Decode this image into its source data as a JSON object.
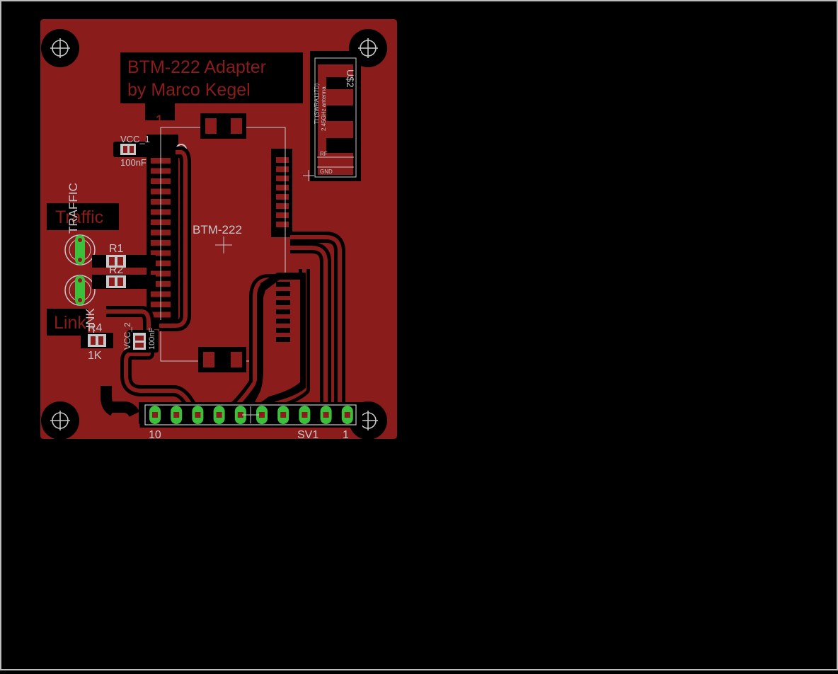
{
  "board": {
    "title_line1": "BTM-222 Adapter",
    "title_line2": "by Marco Kegel",
    "pin1_label_top": "1",
    "pin1_label_bottom": "1"
  },
  "capacitors": {
    "c1_name": "VCC_1",
    "c1_value": "100nF",
    "c2_name": "VCC_2",
    "c2_value": "100nF"
  },
  "module": {
    "name": "BTM-222"
  },
  "antenna": {
    "name": "U$2",
    "line1": "TI (SWRA117D)",
    "line2": "2.45GHz antenna",
    "rf_label": "RF",
    "gnd_label": "GND"
  },
  "leds": {
    "traffic_box": "Traffic",
    "traffic_silk": "TRAFFIC",
    "link_box": "Link",
    "link_silk": "LINK"
  },
  "resistors": {
    "r1": "R1",
    "r2": "R2",
    "r4": "R4",
    "r4_value": "1K"
  },
  "header": {
    "name": "SV1",
    "pin_first": "1",
    "pin_last": "10"
  },
  "colors": {
    "board": "#8b1c1c",
    "trace": "#8b1c1c",
    "copper_gap": "#000000",
    "pad": "#3cc03c",
    "silk": "#c8c8c8"
  }
}
